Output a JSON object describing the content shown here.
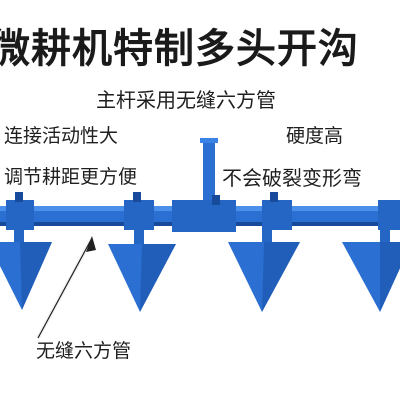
{
  "headline": "微耕机特制多头开沟",
  "subheadline": "主杆采用无缝六方管",
  "features": {
    "activity": "连接活动性大",
    "adjust": "调节耕距更方便",
    "hardness": "硬度高",
    "no_crack": "不会破裂变形弯"
  },
  "callout": "无缝六方管",
  "colors": {
    "tool_blue": "#2a6fd1",
    "tool_shadow": "#174a9b",
    "text": "#1f1f1f"
  }
}
